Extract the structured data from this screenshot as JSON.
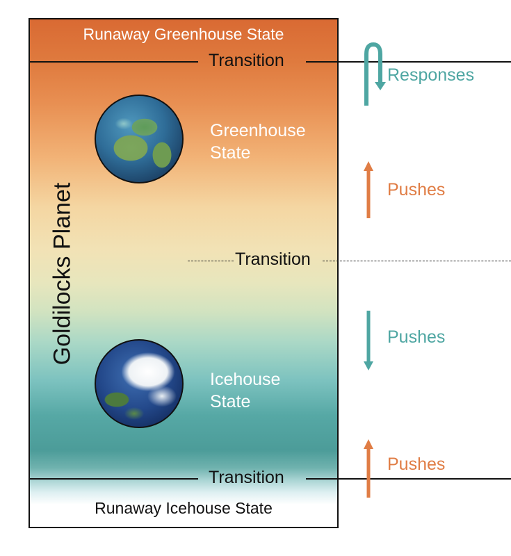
{
  "states": {
    "runaway_greenhouse": "Runaway Greenhouse State",
    "greenhouse": [
      "Greenhouse",
      "State"
    ],
    "icehouse": [
      "Icehouse",
      "State"
    ],
    "runaway_icehouse": "Runaway Icehouse State"
  },
  "vertical_title": "Goldilocks Planet",
  "transitions": {
    "top": "Transition",
    "middle": "Transition",
    "bottom": "Transition"
  },
  "forcings": {
    "responses": "Responses",
    "pushes_upper": "Pushes",
    "pushes_middle": "Pushes",
    "pushes_lower": "Pushes"
  },
  "colors": {
    "teal": "#4ea6a2",
    "orange": "#e07d45",
    "runaway_greenhouse": "#d96a33",
    "icehouse": "#4c9c99"
  },
  "icons": {
    "greenhouse_globe": "paleo-earth-globe-icon",
    "icehouse_globe": "modern-earth-globe-icon"
  }
}
